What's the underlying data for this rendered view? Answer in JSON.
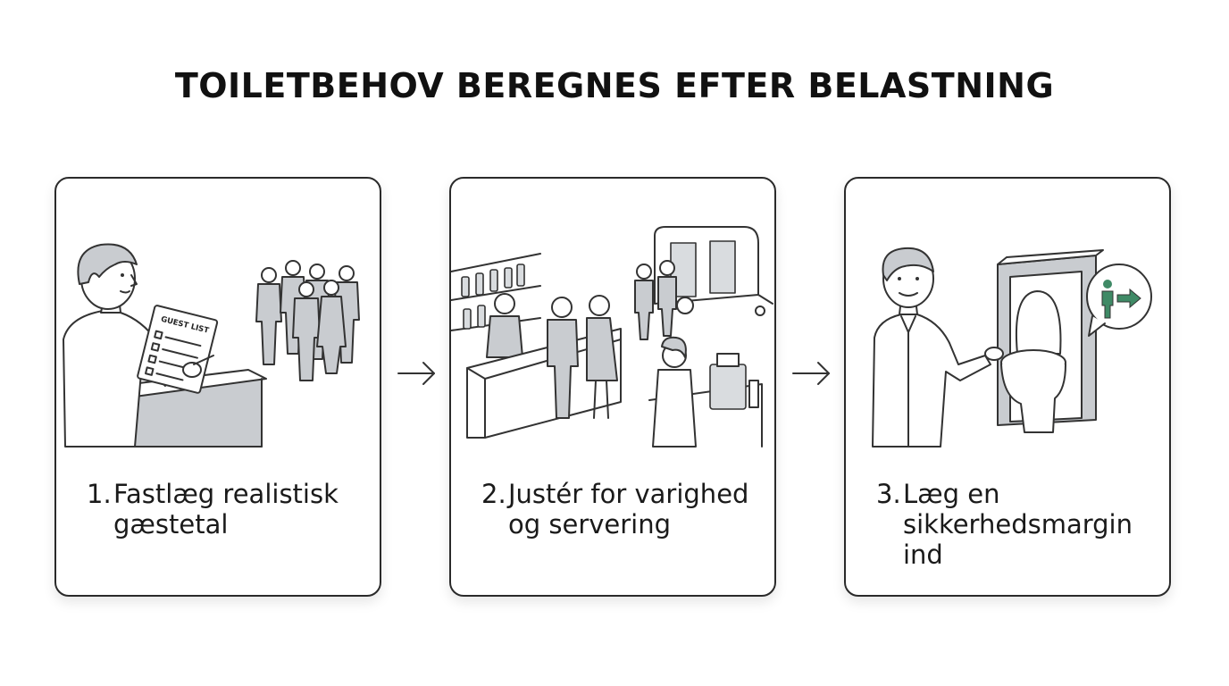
{
  "title": "TOILETBEHOV BEREGNES EFTER BELASTNING",
  "steps": [
    {
      "number": "1.",
      "text": "Fastlæg realistisk gæstetal",
      "sign_text": "GUEST LIST"
    },
    {
      "number": "2.",
      "text": "Justér for varighed og servering"
    },
    {
      "number": "3.",
      "text": "Læg en sikkerhedsmargin ind"
    }
  ],
  "icons": {
    "arrow": "arrow-right-icon",
    "exit": "person-exit-icon"
  },
  "colors": {
    "border": "#2a2a2a",
    "fill_gray": "#c9ccd0",
    "exit_icon": "#3f8a66"
  }
}
